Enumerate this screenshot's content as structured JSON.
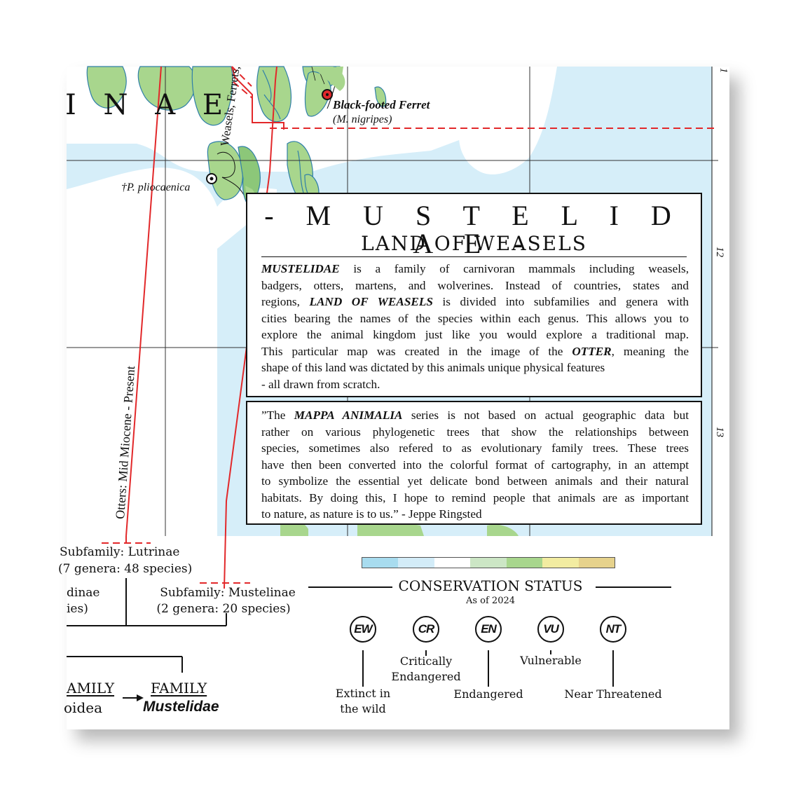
{
  "map": {
    "region_label": "I N A E",
    "grid_numbers": [
      "1",
      "12",
      "13"
    ],
    "places": [
      {
        "name": "Black-footed Ferret",
        "latin": "(M. nigripes)"
      },
      {
        "name": "†P. pliocaenica"
      }
    ],
    "route_labels": [
      "Weasels, Ferrets,",
      "Otters: Mid Miocene - Present"
    ],
    "colors": {
      "water": "#d6eef9",
      "land": "#a8d68d",
      "land_dark": "#8cc779",
      "river": "#2f7fa8",
      "border_red": "#e2282a",
      "grid": "#333333"
    }
  },
  "infobox": {
    "title": "- M U S T E L I D A E -",
    "subtitle": "LAND OF WEASELS",
    "description_lines": [
      {
        "parts": [
          {
            "t": "MUSTELIDAE",
            "em": true
          },
          {
            "t": " is a family of carnivoran mammals including weasels,"
          }
        ]
      },
      {
        "parts": [
          {
            "t": "badgers, otters, martens, and wolverines. Instead of countries, states and"
          }
        ]
      },
      {
        "parts": [
          {
            "t": "regions, "
          },
          {
            "t": "LAND OF WEASELS",
            "em": true
          },
          {
            "t": " is divided into subfamilies and genera with"
          }
        ]
      },
      {
        "parts": [
          {
            "t": "cities bearing the names of the species within each genus. This allows you to"
          }
        ]
      },
      {
        "parts": [
          {
            "t": "explore the animal kingdom just like you would explore a traditional map."
          }
        ]
      },
      {
        "parts": [
          {
            "t": "This particular map was created in the image of the "
          },
          {
            "t": "OTTER",
            "em": true
          },
          {
            "t": ", meaning the"
          }
        ]
      },
      {
        "parts": [
          {
            "t": "shape of this land was dictated by this animals unique physical features"
          }
        ],
        "last": true
      },
      {
        "parts": [
          {
            "t": "- all drawn from scratch."
          }
        ],
        "last": true
      }
    ]
  },
  "quote": {
    "lines": [
      {
        "parts": [
          {
            "t": "”The "
          },
          {
            "t": "MAPPA ANIMALIA",
            "em": true
          },
          {
            "t": " series is not based on actual geographic data but"
          }
        ]
      },
      {
        "parts": [
          {
            "t": "rather on various phylogenetic trees that show the relationships between"
          }
        ]
      },
      {
        "parts": [
          {
            "t": "species, sometimes also refered to as evolutionary family trees. These trees"
          }
        ]
      },
      {
        "parts": [
          {
            "t": "have then been converted into the colorful format of cartography, in an attempt"
          }
        ]
      },
      {
        "parts": [
          {
            "t": "to symbolize the essential yet delicate bond between animals and their natural"
          }
        ]
      },
      {
        "parts": [
          {
            "t": "habitats. By doing this, I hope to remind people that animals are as important"
          }
        ]
      },
      {
        "parts": [
          {
            "t": "to nature, as nature is to us.” - Jeppe Ringsted"
          }
        ],
        "last": true
      }
    ]
  },
  "taxonomy": {
    "lutrinae_name": "Subfamily: Lutrinae",
    "lutrinae_count": "(7 genera: 48 species)",
    "partial_name": "dinae",
    "partial_count": "ies)",
    "mustelinae_name": "Subfamily: Mustelinae",
    "mustelinae_count": "(2 genera: 20 species)",
    "superfamily_heading": "AMILY",
    "superfamily_name": "oidea",
    "family_heading": "FAMILY",
    "family_name": "Mustelidae"
  },
  "conservation": {
    "title": "CONSERVATION STATUS",
    "subtitle": "As of 2024",
    "scale_colors": [
      "#a8dcef",
      "#d3ecf8",
      "#ffffff",
      "#cce6c5",
      "#a8d68d",
      "#f2eca1",
      "#e6d28c"
    ],
    "statuses": [
      {
        "code": "EW",
        "label_lines": [
          "Extinct in",
          "the wild"
        ]
      },
      {
        "code": "CR",
        "label_lines": [
          "Critically",
          "Endangered"
        ]
      },
      {
        "code": "EN",
        "label_lines": [
          "Endangered"
        ]
      },
      {
        "code": "VU",
        "label_lines": [
          "Vulnerable"
        ]
      },
      {
        "code": "NT",
        "label_lines": [
          "Near Threatened"
        ]
      }
    ]
  }
}
